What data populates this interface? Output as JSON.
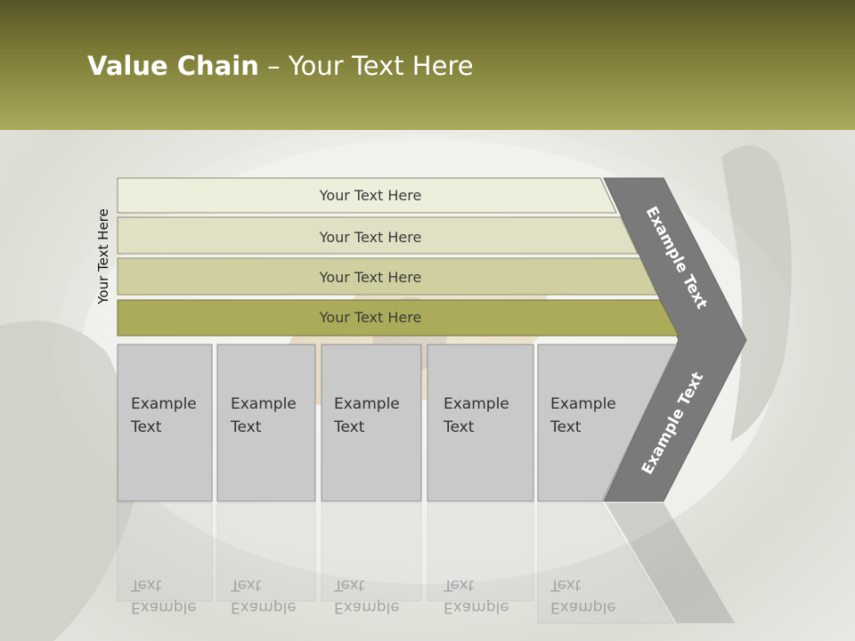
{
  "title": {
    "bold": "Value Chain",
    "rest": " – Your Text Here"
  },
  "side_label": "Your Text Here",
  "bars": [
    "Your Text Here",
    "Your Text Here",
    "Your Text Here",
    "Your Text Here"
  ],
  "bar_colors": [
    "#eeeedc",
    "#e0e0c4",
    "#cfcf9f",
    "#abab5a"
  ],
  "boxes": [
    {
      "line1": "Example",
      "line2": "Text"
    },
    {
      "line1": "Example",
      "line2": "Text"
    },
    {
      "line1": "Example",
      "line2": "Text"
    },
    {
      "line1": "Example",
      "line2": "Text"
    },
    {
      "line1": "Example",
      "line2": "Text"
    }
  ],
  "chevron_top": "Example Text",
  "chevron_bottom": "Example Text",
  "colors": {
    "header_dark": "#575428",
    "header_light": "#aaab5c",
    "chevron": "#7a7a7a",
    "box": "#c9c9c9"
  }
}
